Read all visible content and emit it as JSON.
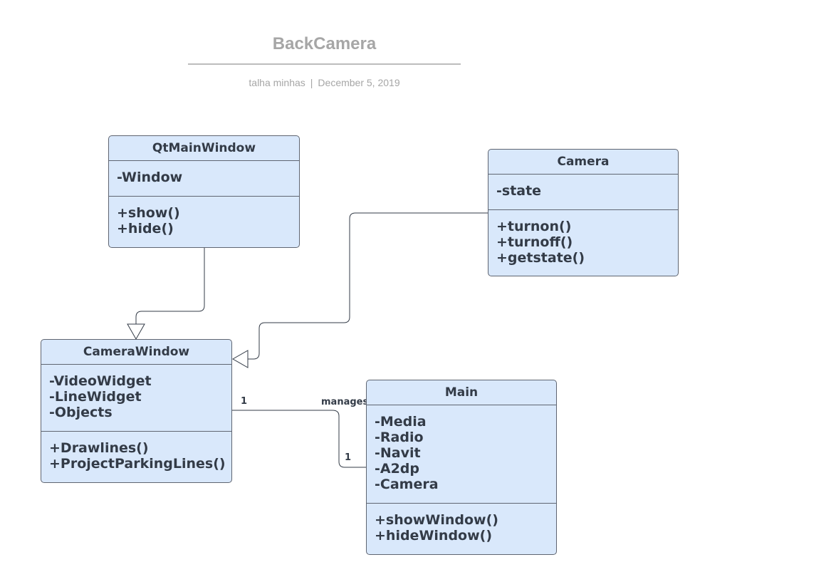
{
  "header": {
    "title": "BackCamera",
    "author": "talha minhas",
    "separator": "|",
    "date": "December 5, 2019"
  },
  "colors": {
    "class_fill": "#d9e8fb",
    "class_border": "#5f6571",
    "text": "#333b47",
    "header_text": "#a6a6a6"
  },
  "classes": {
    "qtmainwindow": {
      "name": "QtMainWindow",
      "attributes": [
        "-Window"
      ],
      "methods": [
        "+show()",
        "+hide()"
      ]
    },
    "camera": {
      "name": "Camera",
      "attributes": [
        "-state"
      ],
      "methods": [
        "+turnon()",
        "+turnoff()",
        "+getstate()"
      ]
    },
    "camerawindow": {
      "name": "CameraWindow",
      "attributes": [
        "-VideoWidget",
        "-LineWidget",
        "-Objects"
      ],
      "methods": [
        "+Drawlines()",
        "+ProjectParkingLines()"
      ]
    },
    "main": {
      "name": "Main",
      "attributes": [
        "-Media",
        "-Radio",
        "-Navit",
        "-A2dp",
        "-Camera"
      ],
      "methods": [
        "+showWindow()",
        "+hideWindow()"
      ]
    }
  },
  "relationships": {
    "qtmainwindow_to_camerawindow": {
      "type": "generalization"
    },
    "camera_to_camerawindow": {
      "type": "generalization"
    },
    "camerawindow_main": {
      "type": "association",
      "source_multiplicity": "1",
      "target_multiplicity": "1",
      "label": "manages"
    }
  }
}
